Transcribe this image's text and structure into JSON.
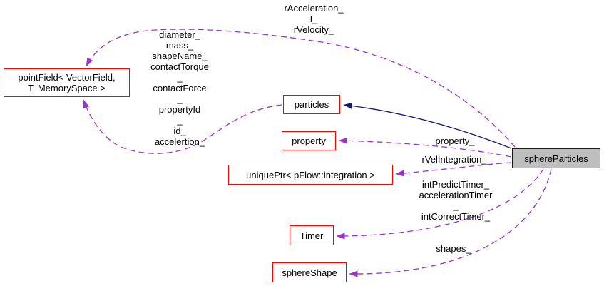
{
  "diagram": {
    "nodes": {
      "pointField": {
        "label": "pointField< VectorField,\nT, MemorySpace >"
      },
      "particles": {
        "label": "particles"
      },
      "property": {
        "label": "property"
      },
      "uniquePtr": {
        "label": "uniquePtr< pFlow::integration >"
      },
      "timer": {
        "label": "Timer"
      },
      "sphereShape": {
        "label": "sphereShape"
      },
      "sphereParticles": {
        "label": "sphereParticles"
      }
    },
    "edge_labels": {
      "rFields": "rAcceleration_\nI_\nrVelocity_",
      "particleFields": "diameter_\nmass_\nshapeName_\ncontactTorque\n_\ncontactForce\n_\npropertyId\n_\nid_\naccelertion_",
      "property": "property_",
      "rVelIntegration": "rVelIntegration_",
      "timers": "intPredictTimer_\naccelerationTimer\n_\nintCorrectTimer_",
      "shapes": "shapes_"
    },
    "colors": {
      "node_border": "#ff0000",
      "main_node_fill": "#bebebe",
      "main_node_border": "#1a1a1a",
      "dashed_edge": "#9a32cd",
      "solid_edge": "#191970",
      "text": "#000000",
      "background": "#ffffff"
    }
  }
}
